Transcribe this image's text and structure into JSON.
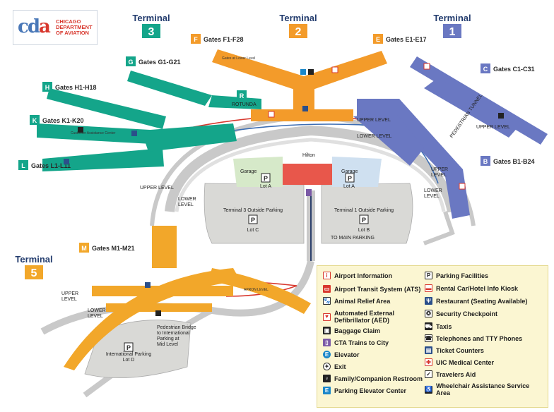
{
  "logo": {
    "mark_a": "cd",
    "mark_b": "a",
    "line1": "CHICAGO",
    "line2": "DEPARTMENT",
    "line3": "OF AVIATION"
  },
  "terminals": {
    "t3": {
      "word": "Terminal",
      "num": "3"
    },
    "t2": {
      "word": "Terminal",
      "num": "2"
    },
    "t1": {
      "word": "Terminal",
      "num": "1"
    },
    "t5": {
      "word": "Terminal",
      "num": "5"
    }
  },
  "gate_groups": {
    "F": {
      "letter": "F",
      "label": "Gates F1-F28"
    },
    "E": {
      "letter": "E",
      "label": "Gates E1-E17"
    },
    "G": {
      "letter": "G",
      "label": "Gates G1-G21"
    },
    "H": {
      "letter": "H",
      "label": "Gates H1-H18"
    },
    "K": {
      "letter": "K",
      "label": "Gates K1-K20"
    },
    "L": {
      "letter": "L",
      "label": "Gates L1-L11"
    },
    "C": {
      "letter": "C",
      "label": "Gates C1-C31"
    },
    "B": {
      "letter": "B",
      "label": "Gates B1-B24"
    },
    "M": {
      "letter": "M",
      "label": "Gates M1-M21"
    }
  },
  "map_labels": {
    "rotunda_letter": "R",
    "rotunda": "ROTUNDA",
    "upper_level": "UPPER LEVEL",
    "lower_level": "LOWER LEVEL",
    "upper": "UPPER",
    "level": "LEVEL",
    "lower": "LOWER",
    "hilton": "Hilton",
    "garage": "Garage",
    "lot_a": "Lot A",
    "t3_parking": "Terminal 3 Outside Parking",
    "lot_c": "Lot C",
    "t1_parking": "Terminal 1 Outside Parking",
    "lot_b": "Lot B",
    "to_main_parking": "TO MAIN PARKING",
    "pedestrian_tunnel": "PEDESTRIAN TUNNEL",
    "pedestrian_bridge_1": "Pedestrian Bridge",
    "pedestrian_bridge_2": "to International",
    "pedestrian_bridge_3": "Parking at",
    "pedestrian_bridge_4": "Mid Level",
    "intl_parking_1": "International Parking",
    "intl_parking_2": "Lot D",
    "parking_p": "P",
    "customer_assistance": "Customer Assistance Center",
    "gates_lower_level": "Gates at Lower Level",
    "apron_level": "APRON LEVEL"
  },
  "legend": {
    "col1": [
      {
        "icon": "airport-information-icon",
        "label": "Airport Information",
        "color": "#ffffff"
      },
      {
        "icon": "ats-train-icon",
        "label": "Airport Transit System (ATS)",
        "color": "#d8382e"
      },
      {
        "icon": "animal-relief-icon",
        "label": "Animal Relief Area",
        "color": "#ffffff"
      },
      {
        "icon": "aed-icon",
        "label": "Automated External Defibrillator (AED)",
        "color": "#d8382e"
      },
      {
        "icon": "baggage-claim-icon",
        "label": "Baggage Claim",
        "color": "#222222"
      },
      {
        "icon": "cta-train-icon",
        "label": "CTA Trains to City",
        "color": "#7b5aa6"
      },
      {
        "icon": "elevator-icon",
        "label": "Elevator",
        "color": "#1a87c9"
      },
      {
        "icon": "exit-icon",
        "label": "Exit",
        "color": "#ffffff"
      },
      {
        "icon": "family-restroom-icon",
        "label": "Family/Companion Restroom",
        "color": "#222222"
      },
      {
        "icon": "parking-elevator-icon",
        "label": "Parking Elevator Center",
        "color": "#1a87c9"
      }
    ],
    "col2": [
      {
        "icon": "parking-icon",
        "label": "Parking Facilities",
        "color": "#ffffff"
      },
      {
        "icon": "rental-car-icon",
        "label": "Rental Car/Hotel Info Kiosk",
        "color": "#ffffff"
      },
      {
        "icon": "restaurant-icon",
        "label": "Restaurant (Seating Available)",
        "color": "#2b4f8a"
      },
      {
        "icon": "security-checkpoint-icon",
        "label": "Security Checkpoint",
        "color": "#ffffff"
      },
      {
        "icon": "taxi-icon",
        "label": "Taxis",
        "color": "#222222"
      },
      {
        "icon": "telephone-icon",
        "label": "Telephones and TTY Phones",
        "color": "#ffffff"
      },
      {
        "icon": "ticket-counter-icon",
        "label": "Ticket Counters",
        "color": "#2b4f8a"
      },
      {
        "icon": "medical-center-icon",
        "label": "UIC Medical Center",
        "color": "#d8382e"
      },
      {
        "icon": "travelers-aid-icon",
        "label": "Travelers Aid",
        "color": "#ffffff"
      },
      {
        "icon": "wheelchair-icon",
        "label": "Wheelchair Assistance Service Area",
        "color": "#222222"
      }
    ]
  },
  "colors": {
    "terminal3": "#14a58a",
    "terminal2": "#f39b2a",
    "terminal1": "#6a78c2",
    "terminal5": "#f2a72a",
    "road": "#c8c8c8",
    "legend_bg": "#fbf6d2"
  }
}
